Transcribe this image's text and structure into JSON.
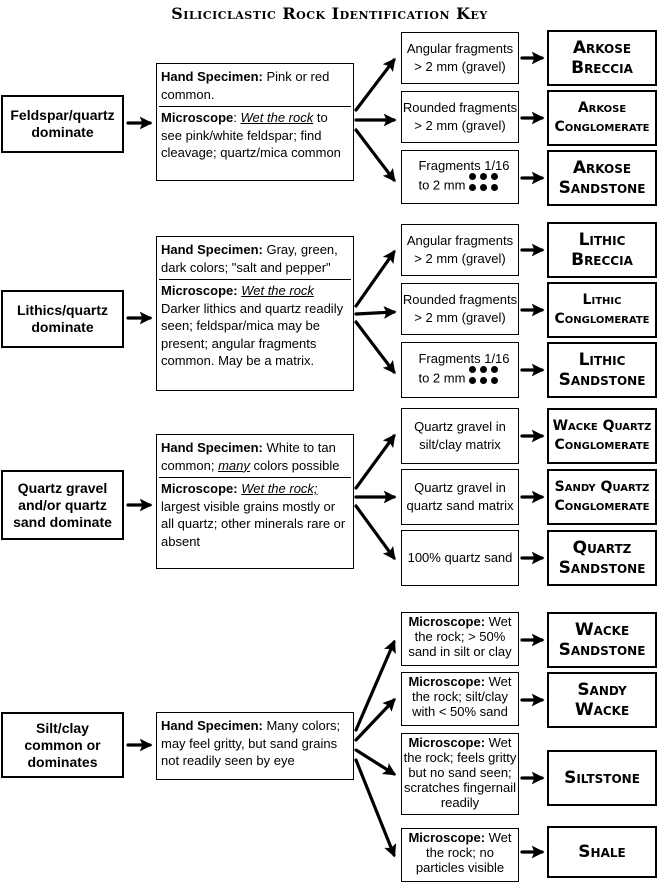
{
  "title": "Siliciclastic Rock Identification Key",
  "sections": [
    {
      "category": [
        "Feldspar/quartz",
        "dominate"
      ],
      "hand_label": "Hand Specimen:",
      "hand_text": " Pink or red common.",
      "micro_label": "Microscope",
      "micro_colon": ": ",
      "micro_em": "Wet the rock",
      "micro_text": " to see pink/white feldspar; find cleavage; quartz/mica common",
      "branches": [
        {
          "criteria": [
            "Angular fragments",
            "> 2 mm (gravel)"
          ],
          "result": [
            "Arkose",
            "Breccia"
          ]
        },
        {
          "criteria": [
            "Rounded fragments",
            "> 2 mm (gravel)"
          ],
          "result": [
            "Arkose",
            "Conglomerate"
          ]
        },
        {
          "criteria": [
            "Fragments 1/16",
            "to 2 mm"
          ],
          "result": [
            "Arkose",
            "Sandstone"
          ]
        }
      ]
    },
    {
      "category": [
        "Lithics/quartz",
        "dominate"
      ],
      "hand_label": "Hand Specimen:",
      "hand_text": " Gray, green, dark colors; \"salt and pepper\"",
      "micro_label": "Microscope:",
      "micro_colon": " ",
      "micro_em": "Wet the rock",
      "micro_text": " Darker lithics and quartz readily seen; feldspar/mica may be present; angular fragments common. May be a matrix.",
      "branches": [
        {
          "criteria": [
            "Angular fragments",
            "> 2 mm (gravel)"
          ],
          "result": [
            "Lithic",
            "Breccia"
          ]
        },
        {
          "criteria": [
            "Rounded fragments",
            "> 2 mm (gravel)"
          ],
          "result": [
            "Lithic",
            "Conglomerate"
          ]
        },
        {
          "criteria": [
            "Fragments 1/16",
            "to 2 mm"
          ],
          "result": [
            "Lithic",
            "Sandstone"
          ]
        }
      ]
    },
    {
      "category": [
        "Quartz gravel",
        "and/or quartz",
        "sand dominate"
      ],
      "hand_label": "Hand Specimen:",
      "hand_text_pre": " White to tan common; ",
      "hand_em": "many",
      "hand_text_post": " colors possible",
      "micro_label": "Microscope:",
      "micro_colon": " ",
      "micro_em": "Wet the rock;",
      "micro_text": " largest visible grains mostly or all quartz; other minerals rare or absent",
      "branches": [
        {
          "criteria": [
            "Quartz gravel in",
            "silt/clay matrix"
          ],
          "result": [
            "Wacke Quartz",
            "Conglomerate"
          ]
        },
        {
          "criteria": [
            "Quartz gravel in",
            "quartz sand matrix"
          ],
          "result": [
            "Sandy Quartz",
            "Conglomerate"
          ]
        },
        {
          "criteria": [
            "100% quartz sand"
          ],
          "result": [
            "Quartz",
            "Sandstone"
          ]
        }
      ]
    },
    {
      "category": [
        "Silt/clay",
        "common or",
        "dominates"
      ],
      "hand_label": "Hand Specimen:",
      "hand_text": " Many colors; may feel gritty, but sand grains not readily seen by eye",
      "branches": [
        {
          "micro_label": "Microscope:",
          "criteria_text": " Wet the rock; > 50% sand in silt or clay",
          "result": [
            "Wacke",
            "Sandstone"
          ]
        },
        {
          "micro_label": "Microscope:",
          "criteria_text": " Wet the rock; silt/clay with < 50% sand",
          "result": [
            "Sandy",
            "Wacke"
          ]
        },
        {
          "micro_label": "Microscope:",
          "criteria_text": " Wet the rock; feels gritty but no sand seen; scratches fingernail readily",
          "result": [
            "Siltstone"
          ]
        },
        {
          "micro_label": "Microscope:",
          "criteria_text": " Wet the rock; no particles visible",
          "result": [
            "Shale"
          ]
        }
      ]
    }
  ]
}
